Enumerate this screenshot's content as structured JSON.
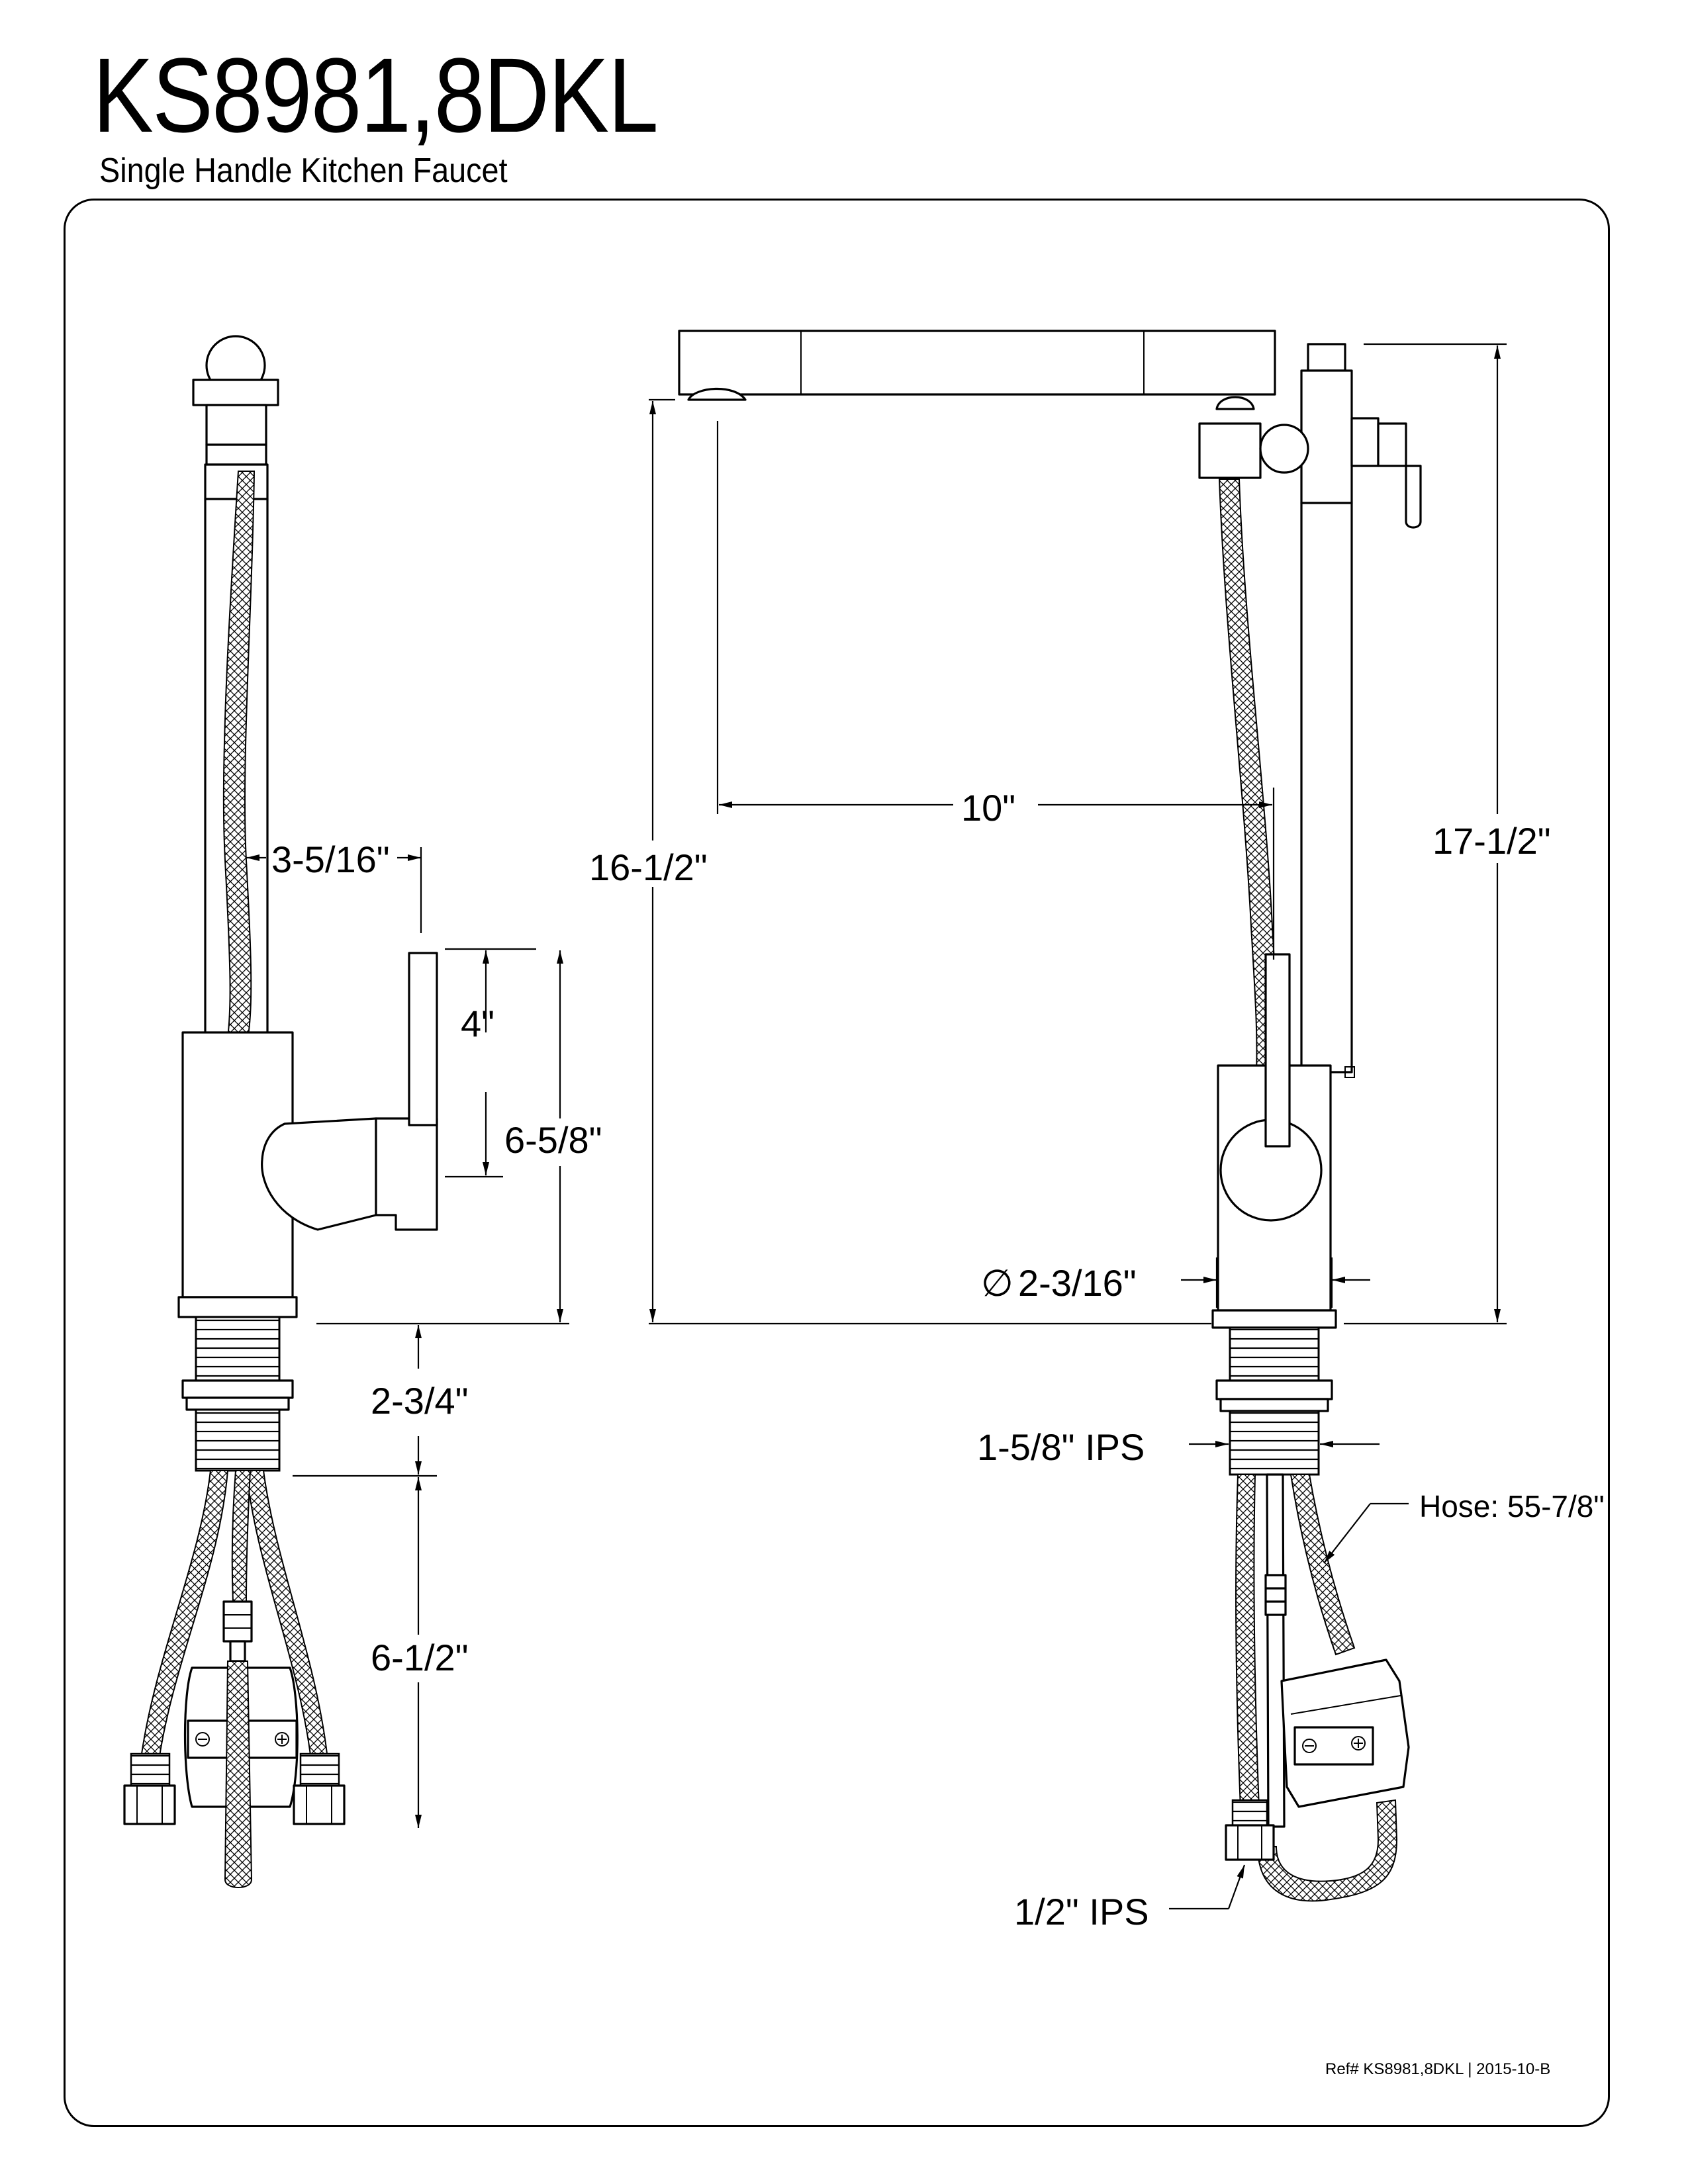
{
  "title": "KS8981,8DKL",
  "subtitle": "Single Handle Kitchen Faucet",
  "dimensions": {
    "spout_reach_side": "3-5/16\"",
    "handle_height": "4\"",
    "handle_to_deck": "6-5/8\"",
    "shank_length": "2-3/4\"",
    "supply_length": "6-1/2\"",
    "overall_height_spout": "16-1/2\"",
    "spout_reach": "10\"",
    "overall_height": "17-1/2\"",
    "base_diameter": "2-3/16\"",
    "shank_thread": "1-5/8\" IPS",
    "hose_length": "Hose: 55-7/8\"",
    "supply_thread": "1/2\" IPS"
  },
  "diameter_symbol": "∅",
  "reference": "Ref# KS8981,8DKL | 2015-10-B"
}
